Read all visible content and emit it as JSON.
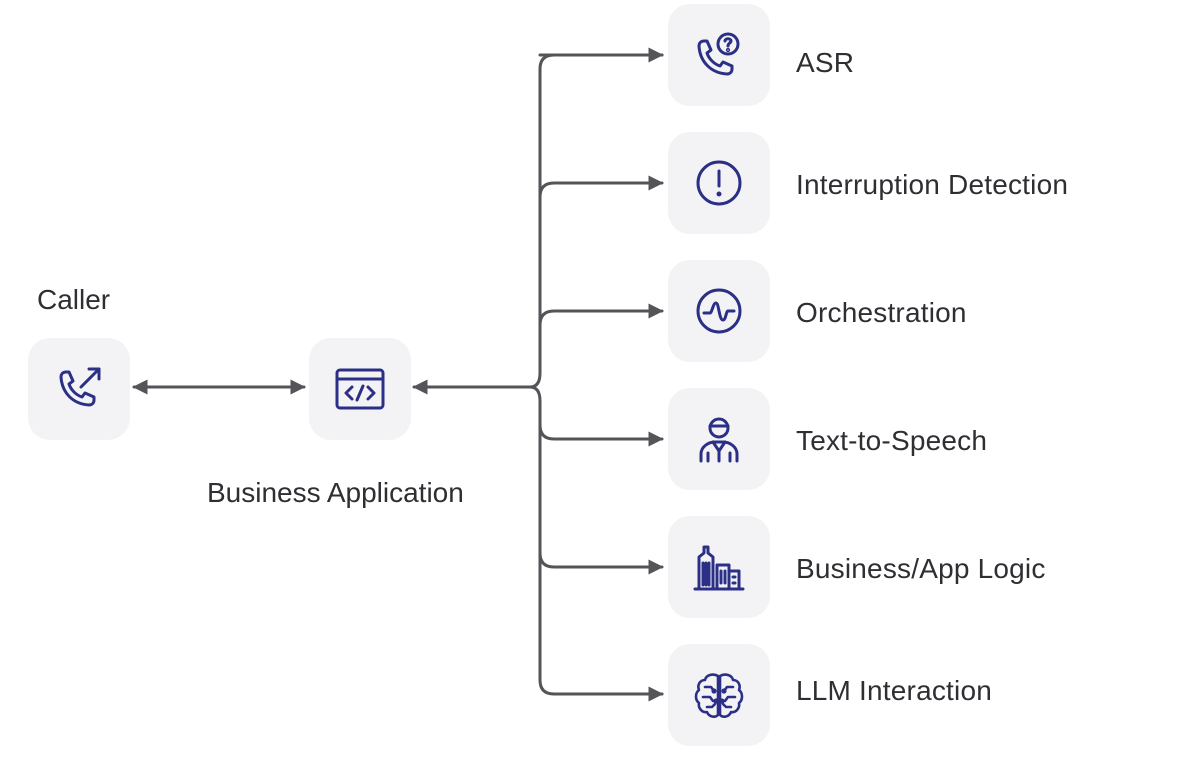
{
  "colors": {
    "icon": "#2b2f86",
    "tile": "#f3f3f5",
    "line": "#545459",
    "text": "#2e2e33"
  },
  "caller": {
    "label": "Caller",
    "icon": "outgoing-call-icon"
  },
  "business_app": {
    "label": "Business Application",
    "icon": "code-window-icon"
  },
  "services": [
    {
      "label": "ASR",
      "icon": "phone-question-icon"
    },
    {
      "label": "Interruption Detection",
      "icon": "exclamation-circle-icon"
    },
    {
      "label": "Orchestration",
      "icon": "pulse-wave-icon"
    },
    {
      "label": "Text-to-Speech",
      "icon": "agent-person-icon"
    },
    {
      "label": "Business/App Logic",
      "icon": "buildings-icon"
    },
    {
      "label": "LLM Interaction",
      "icon": "brain-circuit-icon"
    }
  ]
}
